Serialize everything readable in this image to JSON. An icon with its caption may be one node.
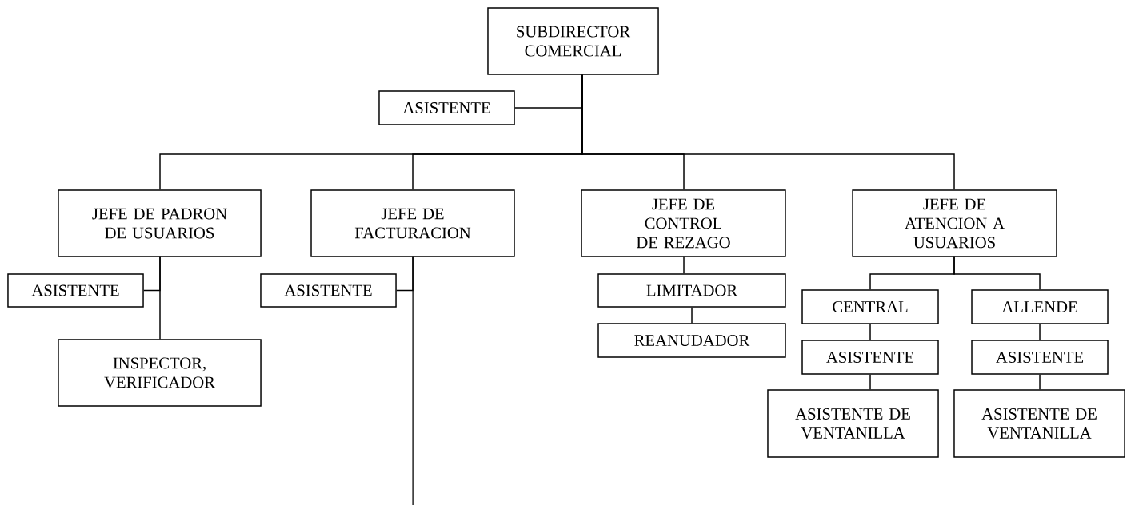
{
  "diagram": {
    "nodes": [
      {
        "text": [
          "SUBDIRECTOR COMERCIAL"
        ]
      },
      {
        "text": [
          "ASISTENTE"
        ]
      },
      {
        "text": [
          "JEFE DE PADRON DE USUARIOS"
        ]
      },
      {
        "text": [
          "JEFE DE FACTURACION"
        ]
      },
      {
        "text": [
          "JEFE DE CONTROL DE REZAGO"
        ]
      },
      {
        "text": [
          "JEFE DE ATENCION A USUARIOS"
        ]
      },
      {
        "text": [
          "ASISTENTE"
        ]
      },
      {
        "text": [
          "INSPECTOR, VERIFICADOR"
        ]
      },
      {
        "text": [
          "ASISTENTE"
        ]
      },
      {
        "text": [
          "LIMITADOR"
        ]
      },
      {
        "text": [
          "REANUDADOR"
        ]
      },
      {
        "text": [
          "CENTRAL"
        ]
      },
      {
        "text": [
          "ALLENDE"
        ]
      },
      {
        "text": [
          "ASISTENTE"
        ]
      },
      {
        "text": [
          "ASISTENTE"
        ]
      },
      {
        "text": [
          "ASISTENTE DE VENTANILLA"
        ]
      },
      {
        "text": [
          "ASISTENTE DE VENTANILLA"
        ]
      }
    ],
    "edges": [
      {
        "from": 0,
        "to": 1,
        "arrow": "none"
      },
      {
        "from": 0,
        "to": 2,
        "arrow": "none"
      },
      {
        "from": 0,
        "to": 3,
        "arrow": "none"
      },
      {
        "from": 0,
        "to": 4,
        "arrow": "none"
      },
      {
        "from": 0,
        "to": 5,
        "arrow": "none"
      },
      {
        "from": 2,
        "to": 6,
        "arrow": "none"
      },
      {
        "from": 2,
        "to": 7,
        "arrow": "none"
      },
      {
        "from": 3,
        "to": 8,
        "arrow": "none"
      },
      {
        "from": 3,
        "to": null,
        "arrow": "none"
      },
      {
        "from": 4,
        "to": 9,
        "arrow": "none"
      },
      {
        "from": 9,
        "to": 10,
        "arrow": "none"
      },
      {
        "from": 5,
        "to": 11,
        "arrow": "none"
      },
      {
        "from": 5,
        "to": 12,
        "arrow": "none"
      },
      {
        "from": 11,
        "to": 13,
        "arrow": "none"
      },
      {
        "from": 12,
        "to": 14,
        "arrow": "none"
      },
      {
        "from": 13,
        "to": 15,
        "arrow": "none"
      },
      {
        "from": 14,
        "to": 16,
        "arrow": "none"
      }
    ]
  }
}
